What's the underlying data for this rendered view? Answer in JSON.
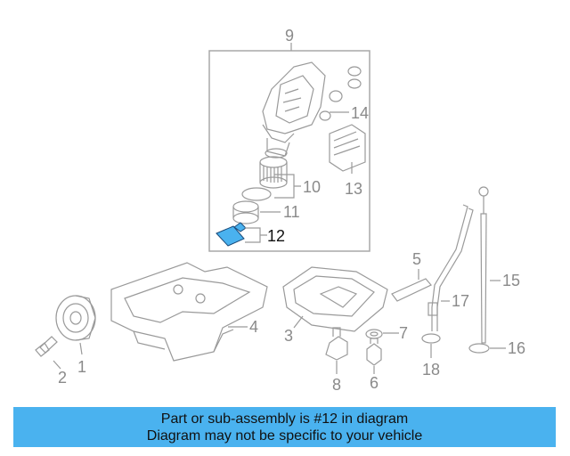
{
  "callouts": [
    "9",
    "14",
    "13",
    "10",
    "11",
    "12",
    "5",
    "15",
    "17",
    "4",
    "3",
    "7",
    "16",
    "2",
    "1",
    "8",
    "6",
    "18"
  ],
  "banner": {
    "line1": "Part or sub-assembly is #12 in diagram",
    "line2": "Diagram may not be specific to your vehicle"
  },
  "colors": {
    "highlight": "#4ab2ef",
    "banner": "#4ab2ef",
    "line": "#9a9a9a"
  }
}
